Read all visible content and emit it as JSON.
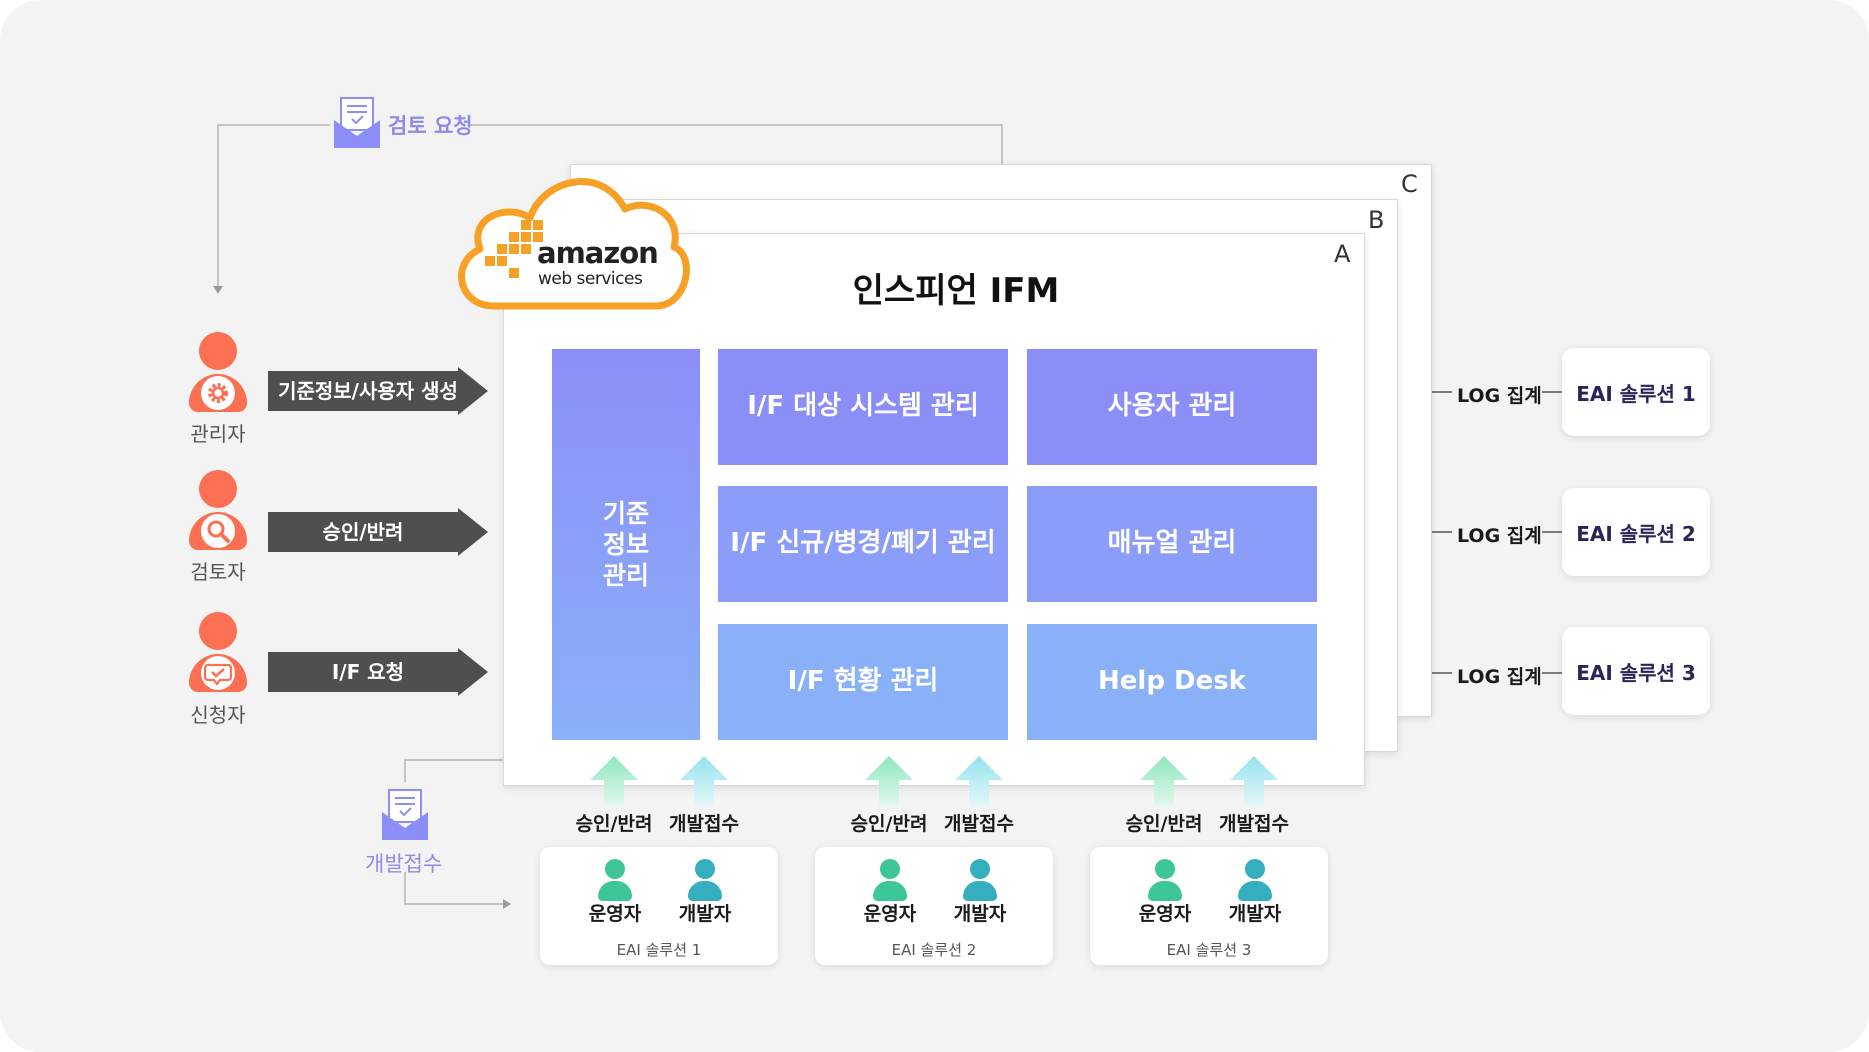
{
  "review_request": {
    "label": "검토 요청"
  },
  "dev_receipt": {
    "label": "개발접수"
  },
  "panels": [
    "A",
    "B",
    "C"
  ],
  "logo": {
    "name": "amazon",
    "sub": "web services"
  },
  "main": {
    "title": "인스피언 IFM",
    "left_module": [
      "기준",
      "정보",
      "관리"
    ],
    "modules": [
      "I/F 대상 시스템 관리",
      "사용자 관리",
      "I/F 신규/병경/폐기 관리",
      "매뉴얼 관리",
      "I/F 현황 관리",
      "Help Desk"
    ]
  },
  "actors": [
    {
      "name": "관리자",
      "action": "기준정보/사용자 생성",
      "icon": "gear-icon"
    },
    {
      "name": "검토자",
      "action": "승인/반려",
      "icon": "magnifier-icon"
    },
    {
      "name": "신청자",
      "action": "I/F 요청",
      "icon": "checkmark-bubble-icon"
    }
  ],
  "log_rows": [
    {
      "log": "LOG 집계",
      "eai": "EAI 솔루션 1"
    },
    {
      "log": "LOG 집계",
      "eai": "EAI 솔루션 2"
    },
    {
      "log": "LOG 집계",
      "eai": "EAI 솔루션 3"
    }
  ],
  "bottom_groups": [
    {
      "approve": "승인/반려",
      "dev": "개발접수",
      "op": "운영자",
      "developer": "개발자",
      "caption": "EAI 솔루션 1"
    },
    {
      "approve": "승인/반려",
      "dev": "개발접수",
      "op": "운영자",
      "developer": "개발자",
      "caption": "EAI 솔루션 2"
    },
    {
      "approve": "승인/반려",
      "dev": "개발접수",
      "op": "운영자",
      "developer": "개발자",
      "caption": "EAI 솔루션 3"
    }
  ],
  "colors": {
    "accent": "#8c8ef8",
    "actor": "#fb7053",
    "operator": "#3ec796",
    "developer": "#35afbf",
    "cloud_outline": "#f7a026"
  }
}
